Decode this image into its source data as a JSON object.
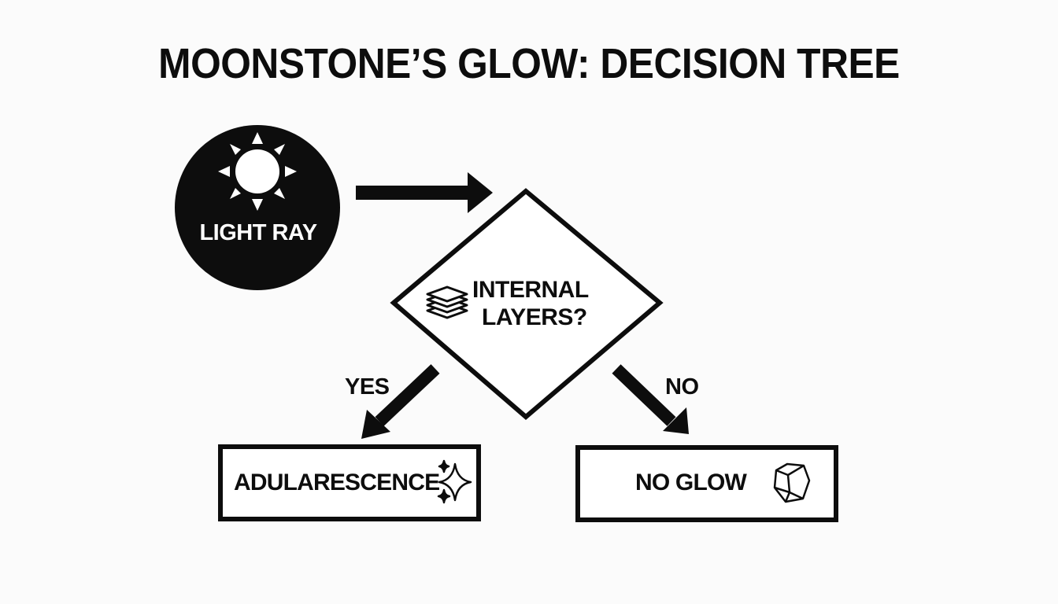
{
  "title": "MOONSTONE’S GLOW: DECISION TREE",
  "nodes": {
    "start": {
      "label": "LIGHT RAY",
      "icon": "sun-icon"
    },
    "decision": {
      "label_line1": "INTERNAL",
      "label_line2": "LAYERS?",
      "icon": "layers-icon"
    },
    "yes_outcome": {
      "label": "ADULARESCENCE",
      "icon": "sparkle-icon"
    },
    "no_outcome": {
      "label": "NO GLOW",
      "icon": "crystal-icon"
    }
  },
  "edges": {
    "yes_label": "YES",
    "no_label": "NO"
  },
  "colors": {
    "ink": "#0d0d0d",
    "background": "#fbfbfb",
    "inverse_text": "#ffffff"
  }
}
